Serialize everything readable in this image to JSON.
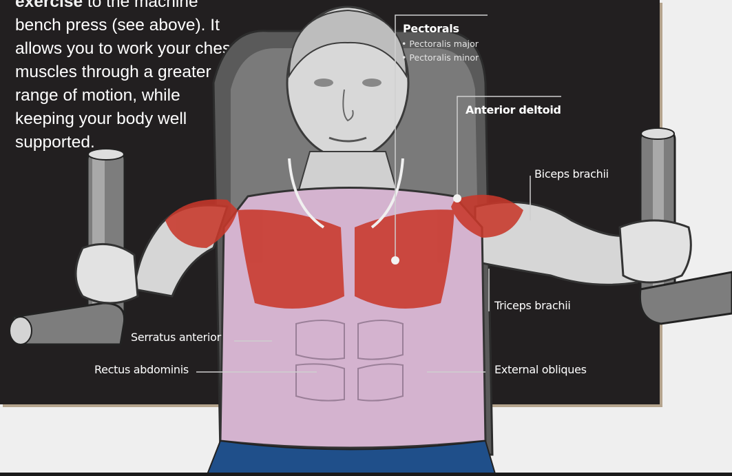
{
  "intro": {
    "bold_word": "exercise",
    "text_after_bold": " to the machine bench press (see above). It allows you to work your chest muscles through a greater range of motion, while keeping your body well supported."
  },
  "labels": {
    "pectorals": {
      "title": "Pectorals",
      "items": [
        "• Pectoralis major",
        "• Pectoralis minor"
      ]
    },
    "anterior_deltoid": "Anterior deltoid",
    "biceps_brachii": "Biceps brachii",
    "triceps_brachii": "Triceps brachii",
    "serratus_anterior": "Serratus anterior",
    "rectus_abdominis": "Rectus abdominis",
    "external_obliques": "External obliques"
  },
  "colors": {
    "panel": "#221f20",
    "muscle_highlight": "#c8382b",
    "shirt": "#d9b8d4",
    "shorts": "#1f4f8a",
    "skin": "#e8e8e8",
    "leader_line": "#cfcfcf"
  }
}
